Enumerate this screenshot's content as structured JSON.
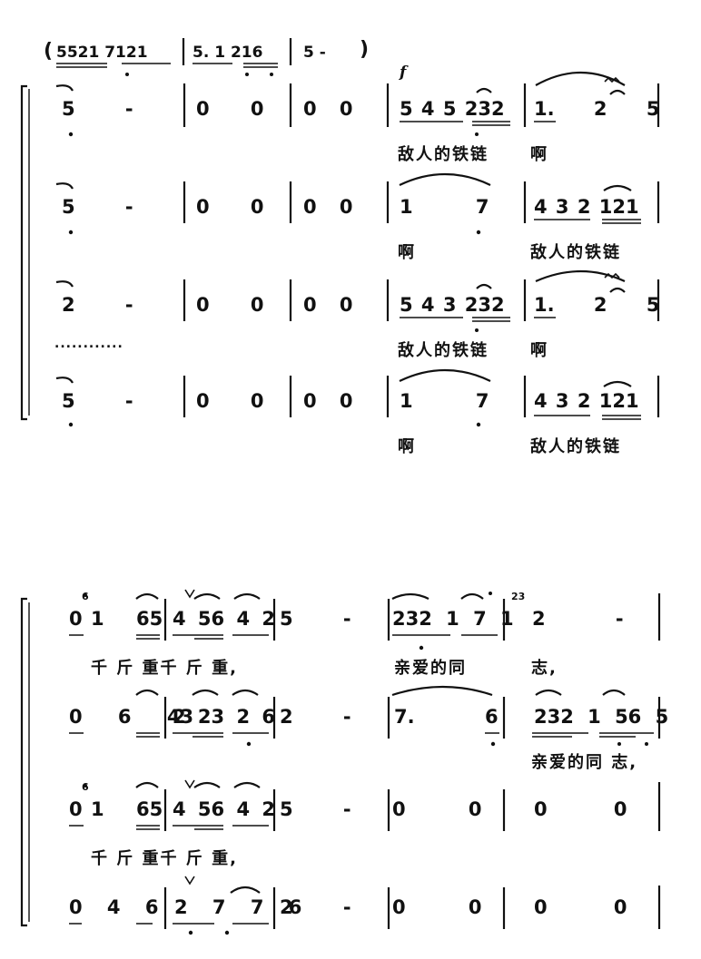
{
  "score": {
    "intro": {
      "open": "(",
      "m1": "5521 7121",
      "m2": "5. 1 216",
      "m3": "5 -",
      "close": ")"
    },
    "dynamic": "f",
    "system1": {
      "voice1": {
        "bars": [
          "5 -",
          "0 0",
          "0 0",
          "5 4 5 232",
          "1. 2 5"
        ],
        "lyrics": [
          "敌人的铁链",
          "啊"
        ]
      },
      "voice2": {
        "bars": [
          "5 -",
          "0 0",
          "0 0",
          "1 7",
          "4 3 2 121"
        ],
        "lyrics": [
          "啊",
          "敌人的铁链"
        ]
      },
      "voice3": {
        "bars": [
          "2 -",
          "0 0",
          "0 0",
          "5 4 3 232",
          "1. 2 5"
        ],
        "lyrics": [
          "敌人的铁链",
          "啊"
        ],
        "dots": "............"
      },
      "voice4": {
        "bars": [
          "5 -",
          "0 0",
          "0 0",
          "1 7",
          "4 3 2 121"
        ],
        "lyrics": [
          "啊",
          "敌人的铁链"
        ]
      }
    },
    "system2": {
      "voice1": {
        "grace1": "6",
        "m1a": "0",
        "m1b": "1",
        "m1c": "65",
        "m2": "4 56 4 2",
        "m3": "5 -",
        "m4": "232 1 7 1",
        "grace2": "23",
        "m5": "2 -",
        "lyrics": [
          "千 斤 重千 斤 重,",
          "亲爱的同",
          "志,"
        ]
      },
      "voice2": {
        "m1": "0 6 43",
        "m2": "2 23 2 6",
        "m3": "2 -",
        "m4a": "7.",
        "m4b": "6",
        "m5": "232 1 56 5",
        "lyrics": [
          "亲爱的同 志,"
        ]
      },
      "voice3": {
        "grace1": "6",
        "m1a": "0",
        "m1b": "1",
        "m1c": "65",
        "m2": "4 56 4 2",
        "m3": "5 -",
        "m4": "0 0",
        "m5": "0 0",
        "lyrics": [
          "千 斤 重千 斤 重,"
        ]
      },
      "voice4": {
        "m1": "0 4 6",
        "m2": "2 7 7 6",
        "m3": "2 -",
        "m4": "0 0",
        "m5": "0 0"
      }
    }
  }
}
